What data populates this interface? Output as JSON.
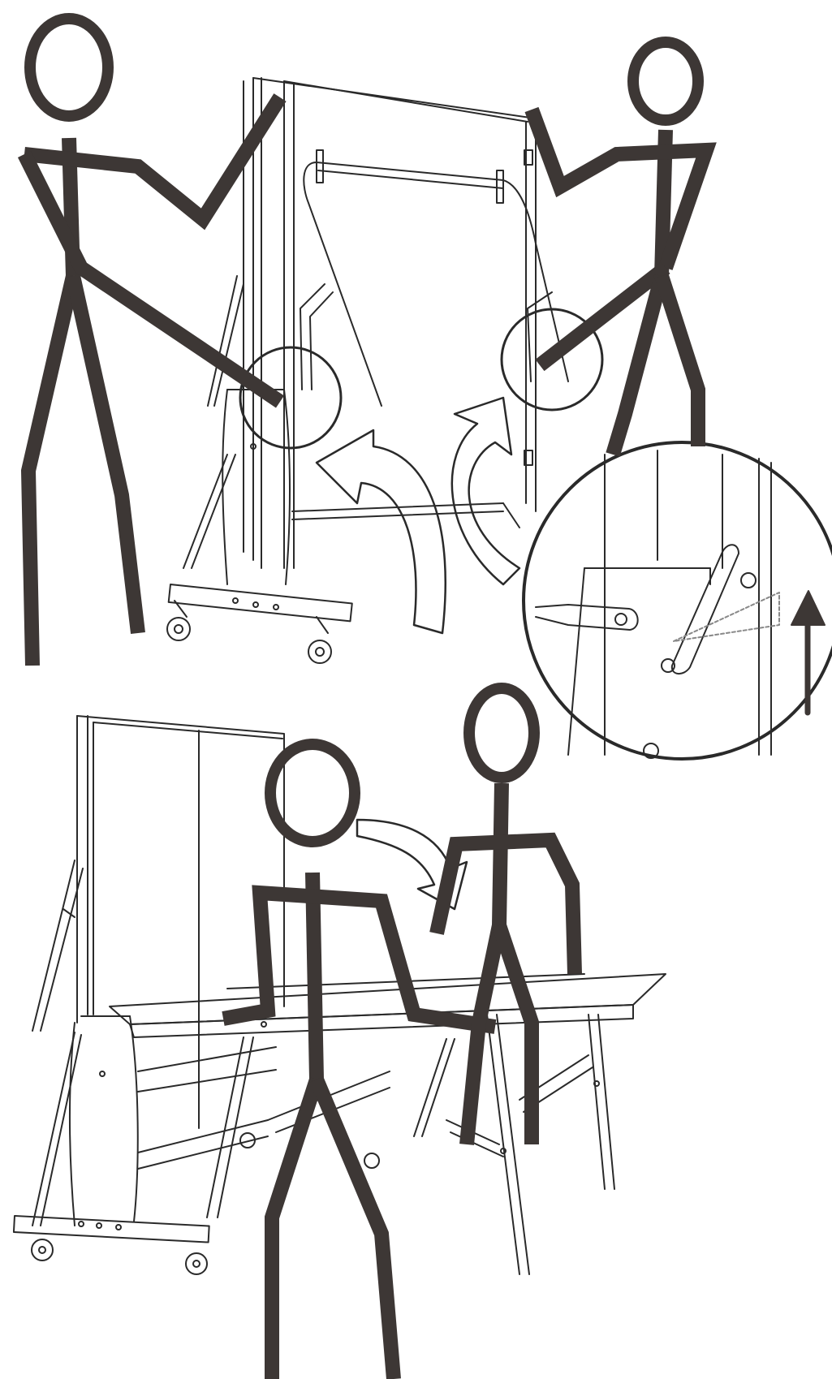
{
  "figure": {
    "stroke_color": "#3d3735",
    "line_color": "#2a2a2a",
    "background": "#ffffff",
    "panels": [
      {
        "name": "step-fold-down",
        "people": 2,
        "callout": "detail-magnifier"
      },
      {
        "name": "step-unfold-table",
        "people": 2
      }
    ]
  }
}
